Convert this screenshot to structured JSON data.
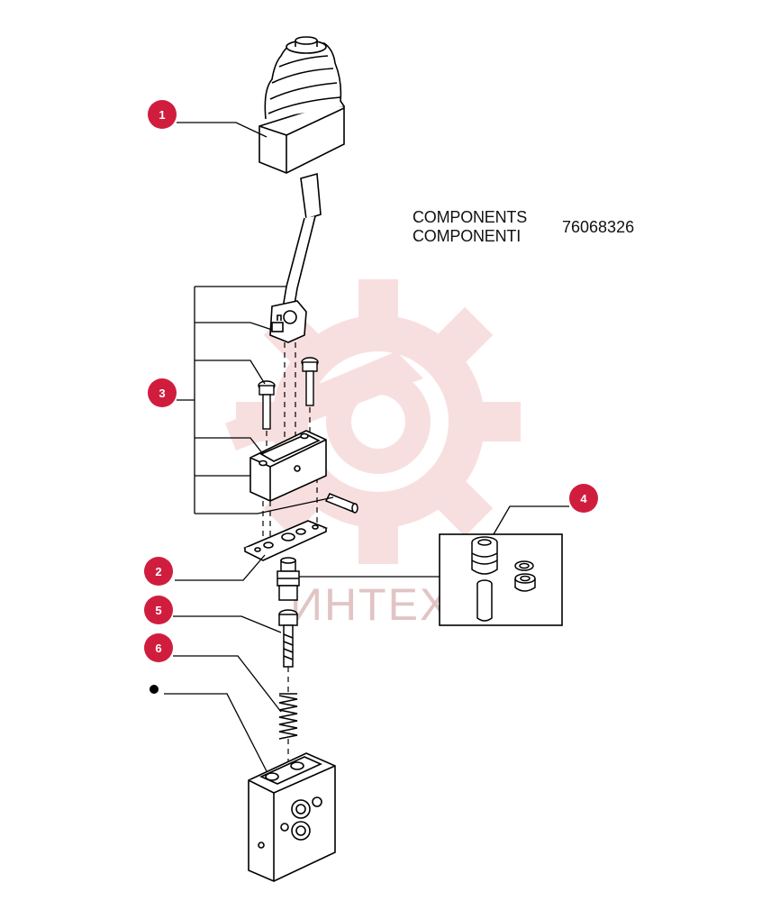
{
  "title": {
    "line1": "COMPONENTS",
    "line2": "COMPONENTI",
    "part_number": "76068326"
  },
  "watermark": {
    "text": "ИНТЕХ",
    "color": "#f4c6c6"
  },
  "callouts": [
    {
      "label": "1"
    },
    {
      "label": "2"
    },
    {
      "label": "3"
    },
    {
      "label": "4"
    },
    {
      "label": "5"
    },
    {
      "label": "6"
    }
  ],
  "colors": {
    "callout": "#d01d3e",
    "line": "#000000"
  }
}
